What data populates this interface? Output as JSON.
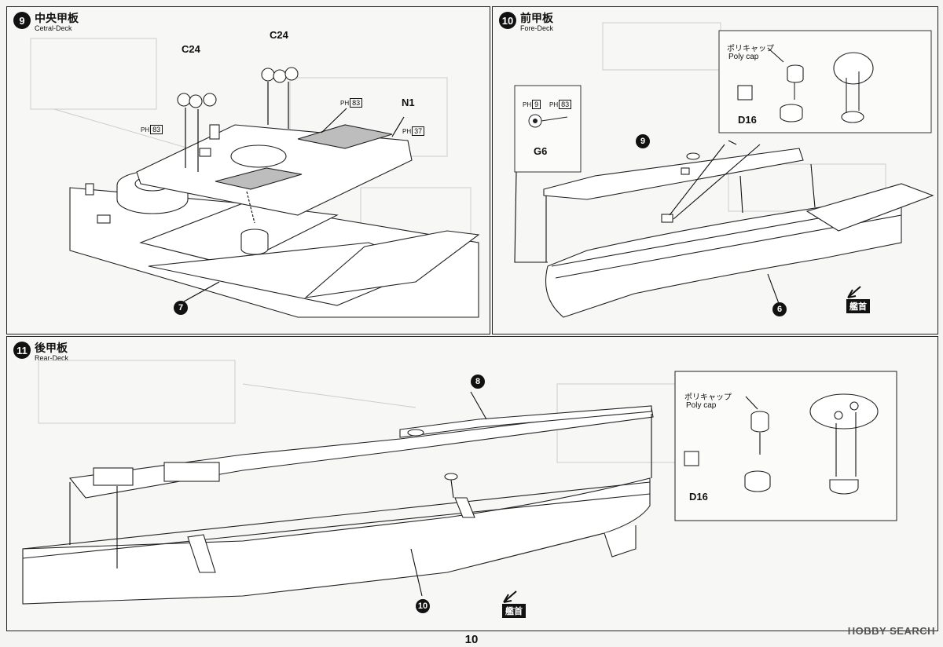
{
  "steps": {
    "s9": {
      "num": "9",
      "title_ja": "中央甲板",
      "title_en": "Cetral-Deck"
    },
    "s10": {
      "num": "10",
      "title_ja": "前甲板",
      "title_en": "Fore-Deck"
    },
    "s11": {
      "num": "11",
      "title_ja": "後甲板",
      "title_en": "Rear-Deck"
    }
  },
  "labels": {
    "c24": "C24",
    "n1": "N1",
    "d16": "D16",
    "g6": "G6",
    "ph": "PH",
    "ph_83": "83",
    "ph_37": "37",
    "ph_9": "9",
    "poly_ja": "ポリキャップ",
    "poly_en": "Poly cap",
    "bow": "艦首"
  },
  "callouts": {
    "seven": "7",
    "nine": "9",
    "six": "6",
    "eight": "8",
    "ten": "10"
  },
  "page_number": "10",
  "watermark": "HOBBY SEARCH",
  "colors": {
    "ink": "#111111",
    "paper": "#f7f7f5",
    "deck_fill": "#bdbdbd"
  }
}
